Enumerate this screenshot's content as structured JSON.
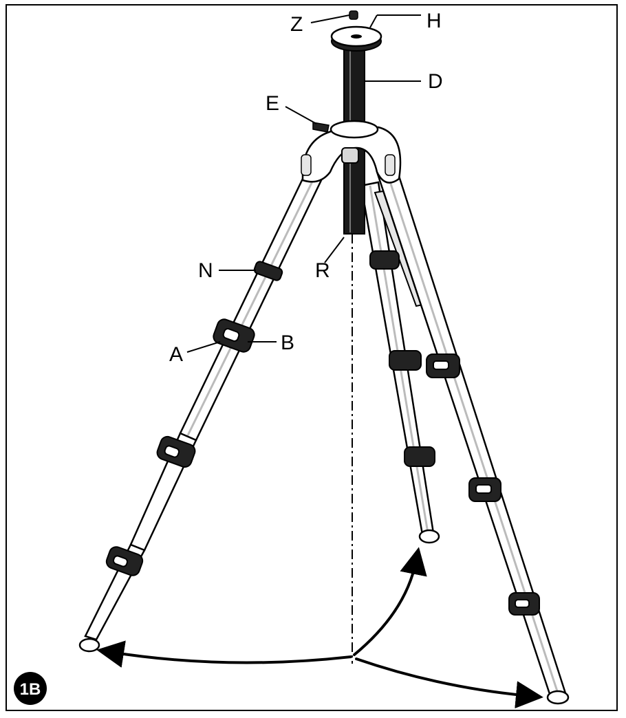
{
  "figure": {
    "badge": "1B",
    "labels": {
      "z": "Z",
      "h": "H",
      "d": "D",
      "e": "E",
      "n": "N",
      "r": "R",
      "a": "A",
      "b": "B"
    }
  },
  "colors": {
    "ink": "#000000",
    "paper": "#ffffff",
    "shade": "#d8d8d8"
  }
}
